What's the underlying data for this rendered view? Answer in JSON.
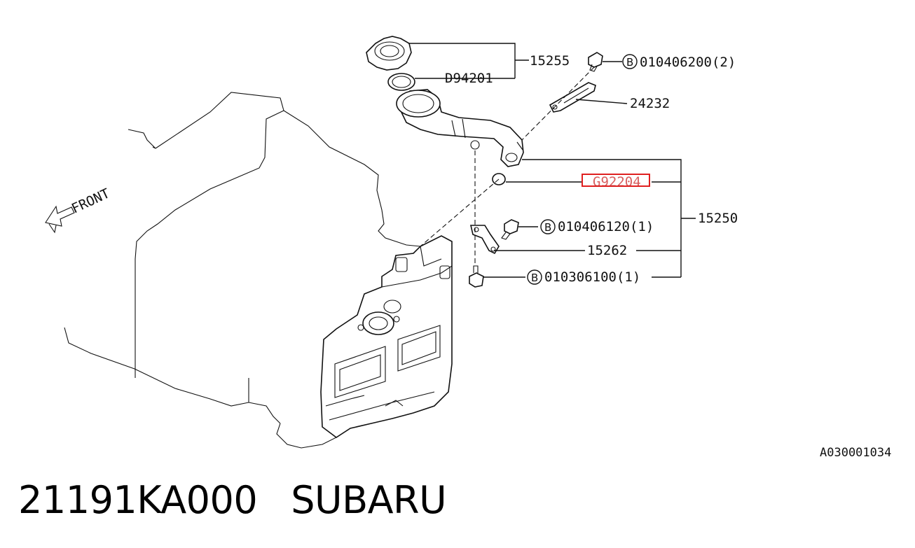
{
  "callouts": {
    "oil_filler_cap": "15255",
    "o_ring": "D94201",
    "bolt_top": "010406200(2)",
    "bracket": "24232",
    "gasket": "G92204",
    "filler_pipe_assembly": "15250",
    "bolt_middle": "010406120(1)",
    "pipe_bracket": "15262",
    "bolt_bottom": "010306100(1)",
    "bolt_prefix": "B"
  },
  "front_label": "FRONT",
  "figure_ref": "A030001034",
  "caption": {
    "part_number": "21191KA000",
    "brand": "SUBARU"
  },
  "colors": {
    "highlight": "#e02020",
    "line": "#111111"
  }
}
